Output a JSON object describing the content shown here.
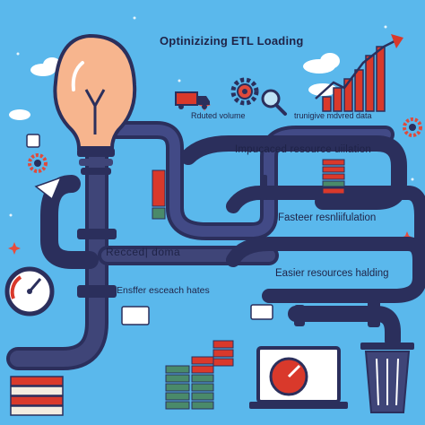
{
  "title": "Optinizizing ETL Loading",
  "labels": {
    "reduced_volume": "Rduted volume",
    "unified_data": "trunigive mdvred data",
    "improved_utilization": "Impucaced resource uiilation",
    "faster_utilization": "Fasteer resnliifulation",
    "reduced_domain": "Recced| doma",
    "easier_handling": "Easier resources halding",
    "faster_hates": "Ensffer esceach hates"
  },
  "icons": [
    "lightbulb-icon",
    "truck-icon",
    "gear-icon",
    "gauge-icon",
    "bar-chart-icon",
    "growth-arrow-icon",
    "laptop-gauge-icon",
    "trash-bin-icon",
    "books-icon",
    "stacked-blocks-icon",
    "cloud-icon",
    "chat-bubble-icon",
    "magnifier-icon",
    "paper-plane-icon",
    "sparkle-icon"
  ],
  "colors": {
    "background": "#5ab8ec",
    "pipe": "#2b2f5c",
    "pipe_band": "#e84c3d",
    "accent_red": "#d9392b",
    "bulb_glow": "#f7b58e",
    "gear_red": "#e04a3b",
    "green": "#4a8a6a"
  }
}
